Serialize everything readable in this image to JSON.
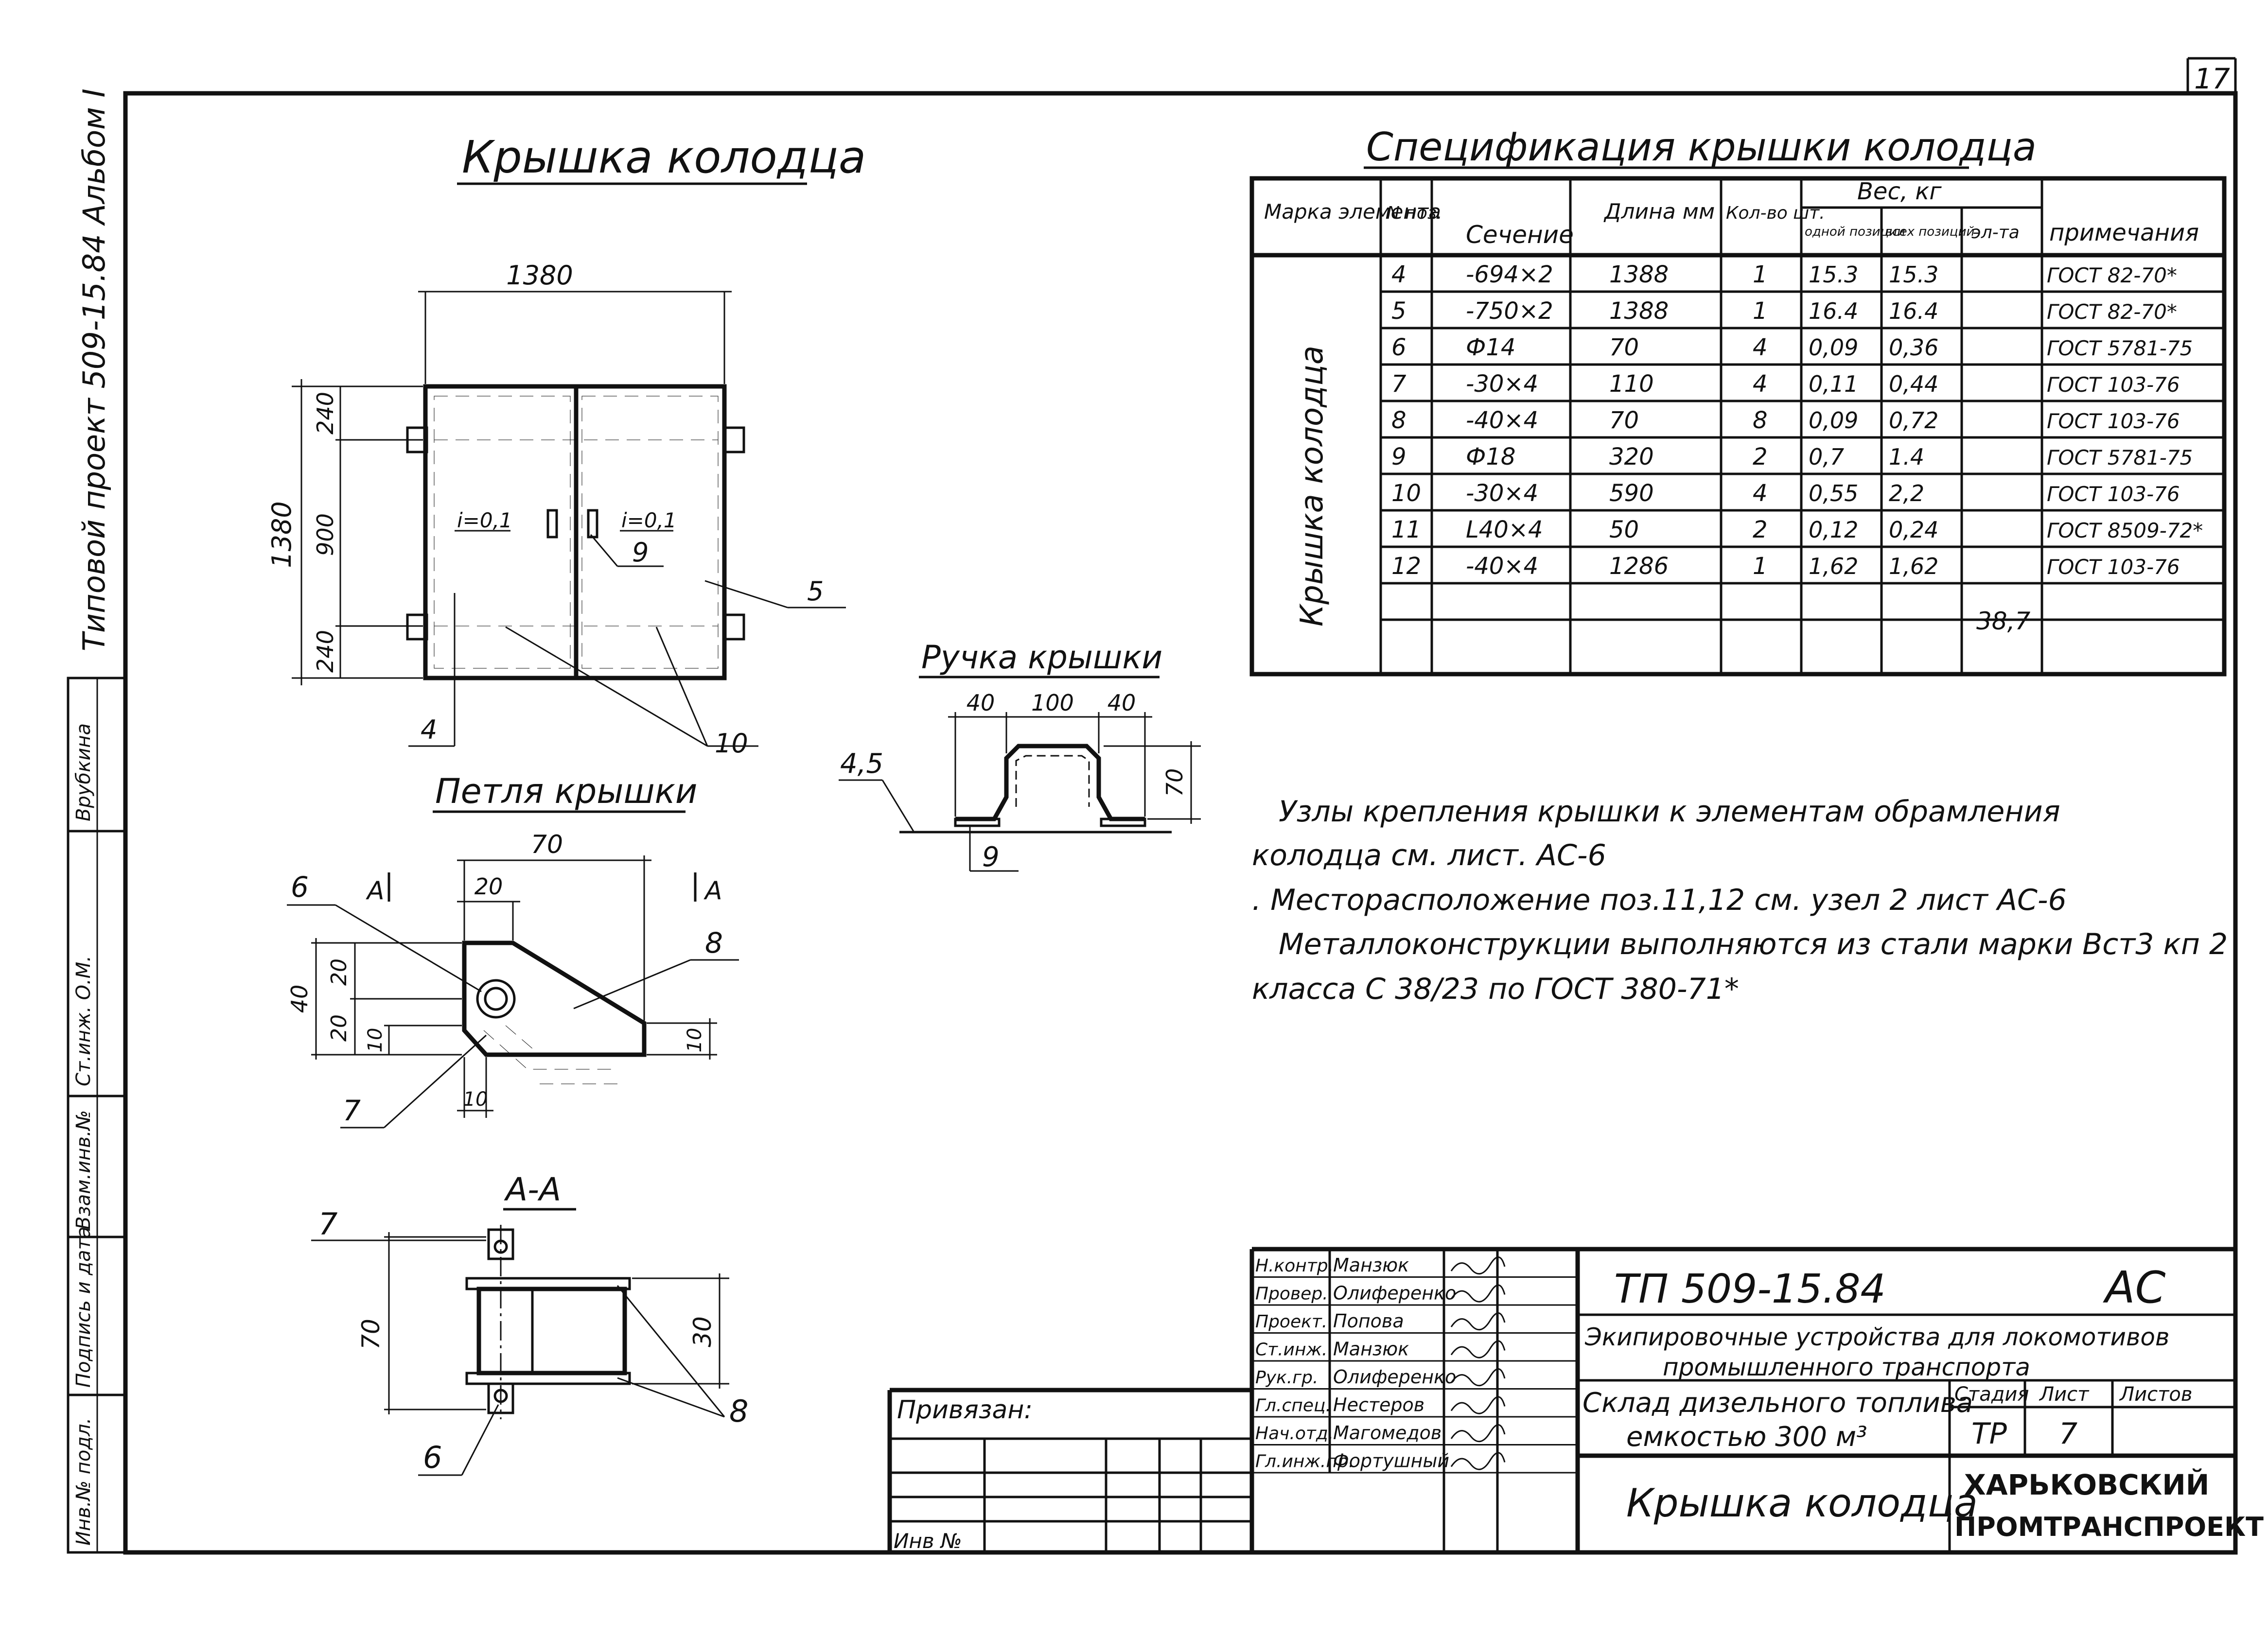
{
  "sheet_number": "17",
  "side_strip": {
    "project_label": "Типовой проект 509-15.84 Альбом I",
    "cells": [
      "Ст.инж. О.М.",
      "Врубкина",
      "Взам.инв.№",
      "Подпись и дата",
      "Инв.№ подл."
    ]
  },
  "cover_view": {
    "title": "Крышка колодца",
    "dims": {
      "width": "1380",
      "height": "1380",
      "inner": "900",
      "top": "240",
      "bottom": "240"
    },
    "slopes": [
      "i=0,1",
      "i=0,1"
    ],
    "callouts": [
      "9",
      "5",
      "4",
      "10"
    ]
  },
  "hinge_view": {
    "title": "Петля крышки",
    "dims": {
      "width": "70",
      "offset": "20",
      "h40": "40",
      "h20a": "20",
      "h20b": "20",
      "h10a": "10",
      "h10b": "10",
      "bottom10": "10"
    },
    "section_marks": [
      "A",
      "A"
    ],
    "callouts": [
      "6",
      "8",
      "7"
    ]
  },
  "section_view": {
    "title": "А-А",
    "dims": {
      "height": "70",
      "inner": "30"
    },
    "callouts": [
      "7",
      "8",
      "6"
    ]
  },
  "handle_view": {
    "title": "Ручка крышки",
    "dims": {
      "d1": "40",
      "d2": "100",
      "d3": "40",
      "height": "70"
    },
    "callouts": [
      "4,5",
      "9"
    ]
  },
  "spec_table": {
    "title": "Спецификация крышки колодца",
    "headers": {
      "mark": "Марка элемента",
      "pos": "N поз.",
      "section": "Сечение",
      "length": "Длина мм",
      "qty": "Кол-во шт.",
      "weight": "Вес, кг",
      "weight_one": "одной позиции",
      "weight_all": "всех позиций",
      "weight_el": "эл-та",
      "notes": "примечания"
    },
    "element_name": "Крышка колодца",
    "element_total": "38,7",
    "rows": [
      {
        "pos": "4",
        "section": "-694×2",
        "length": "1388",
        "qty": "1",
        "w1": "15.3",
        "wall": "15.3",
        "note": "ГОСТ 82-70*"
      },
      {
        "pos": "5",
        "section": "-750×2",
        "length": "1388",
        "qty": "1",
        "w1": "16.4",
        "wall": "16.4",
        "note": "ГОСТ 82-70*"
      },
      {
        "pos": "6",
        "section": "Ф14",
        "length": "70",
        "qty": "4",
        "w1": "0,09",
        "wall": "0,36",
        "note": "ГОСТ 5781-75"
      },
      {
        "pos": "7",
        "section": "-30×4",
        "length": "110",
        "qty": "4",
        "w1": "0,11",
        "wall": "0,44",
        "note": "ГОСТ 103-76"
      },
      {
        "pos": "8",
        "section": "-40×4",
        "length": "70",
        "qty": "8",
        "w1": "0,09",
        "wall": "0,72",
        "note": "ГОСТ 103-76"
      },
      {
        "pos": "9",
        "section": "Ф18",
        "length": "320",
        "qty": "2",
        "w1": "0,7",
        "wall": "1.4",
        "note": "ГОСТ 5781-75"
      },
      {
        "pos": "10",
        "section": "-30×4",
        "length": "590",
        "qty": "4",
        "w1": "0,55",
        "wall": "2,2",
        "note": "ГОСТ 103-76"
      },
      {
        "pos": "11",
        "section": "L40×4",
        "length": "50",
        "qty": "2",
        "w1": "0,12",
        "wall": "0,24",
        "note": "ГОСТ 8509-72*"
      },
      {
        "pos": "12",
        "section": "-40×4",
        "length": "1286",
        "qty": "1",
        "w1": "1,62",
        "wall": "1,62",
        "note": "ГОСТ 103-76"
      }
    ]
  },
  "notes": [
    "Узлы крепления крышки к элементам обрамления",
    "колодца см. лист. АС-6",
    ". Месторасположение поз.11,12 см. узел 2 лист АС-6",
    "Металлоконструкции выполняются из стали марки Вст3 кп 2",
    "класса С 38/23 по ГОСТ 380-71*"
  ],
  "title_block": {
    "roles": [
      "Н.контр.",
      "Провер.",
      "Проект.",
      "Ст.инж.",
      "Рук.гр.",
      "Гл.спец.",
      "Нач.отд.",
      "Гл.инж.пр."
    ],
    "names": [
      "Манзюк",
      "Олиференко",
      "Попова",
      "Манзюк",
      "Олиференко",
      "Нестеров",
      "Магомедов",
      "Фортушный"
    ],
    "privyazan": "Привязан:",
    "inv": "Инв №",
    "code": "ТП 509-15.84",
    "mark": "АС",
    "project_line1": "Экипировочные устройства для локомотивов",
    "project_line2": "промышленного транспорта",
    "object_line1": "Склад дизельного топлива",
    "object_line2": "емкостью 300 м³",
    "stage_label": "Стадия",
    "sheet_label": "Лист",
    "sheets_label": "Листов",
    "stage": "ТР",
    "sheet": "7",
    "drawing_title": "Крышка колодца",
    "org_line1": "ХАРЬКОВСКИЙ",
    "org_line2": "ПРОМТРАНСПРОЕКТ"
  }
}
